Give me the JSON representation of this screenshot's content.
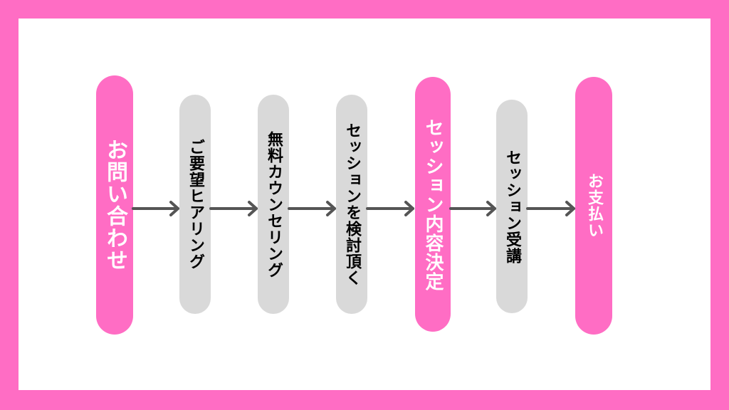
{
  "colors": {
    "frame": "#ff6dc4",
    "highlight": "#ff6dc4",
    "step": "#d9d9d9",
    "arrow": "#555555"
  },
  "steps": [
    {
      "label": "お問い合わせ",
      "style": "pink"
    },
    {
      "label": "ご要望ヒアリング",
      "style": "gray"
    },
    {
      "label": "無料カウンセリング",
      "style": "gray"
    },
    {
      "label": "セッションを検討頂く",
      "style": "gray"
    },
    {
      "label": "セッション内容決定",
      "style": "pink"
    },
    {
      "label": "セッション受講",
      "style": "gray"
    },
    {
      "label": "お支払い",
      "style": "pink"
    }
  ]
}
